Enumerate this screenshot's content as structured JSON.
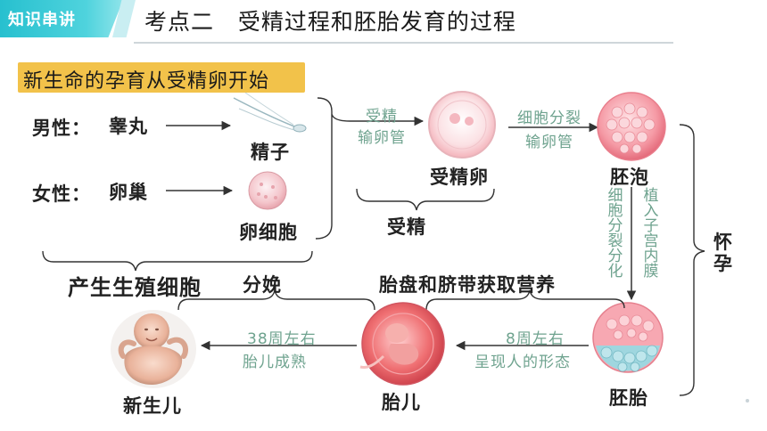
{
  "header": {
    "badge": "知识串讲",
    "title": "考点二   受精过程和胚胎发育的过程"
  },
  "banner": "新生命的孕育从受精卵开始",
  "nodes": {
    "male_label": "男性：",
    "testis": "睾丸",
    "sperm": "精子",
    "female_label": "女性：",
    "ovary": "卵巢",
    "egg": "卵细胞",
    "germ_cells": "产生生殖细胞",
    "zygote": "受精卵",
    "fertilization": "受精",
    "blastocyst": "胚泡",
    "embryo": "胚胎",
    "pregnancy": "怀孕",
    "fetus": "胎儿",
    "placenta_caption": "胎盘和脐带获取营养",
    "delivery": "分娩",
    "newborn": "新生儿"
  },
  "edges": {
    "fert_line1": "受精",
    "fert_line2": "输卵管",
    "cleave_line1": "细胞分裂",
    "cleave_line2": "输卵管",
    "differentiation": "细胞分裂分化",
    "implantation": "植入子宫内膜",
    "week8_line1": "8周左右",
    "week8_line2": "呈现人的形态",
    "week38_line1": "38周左右",
    "week38_line2": "胎儿成熟"
  },
  "colors": {
    "accent": "#27c0cf",
    "banner": "#f2c24a",
    "edge_label": "#6fa38f",
    "node_text": "#222222"
  }
}
